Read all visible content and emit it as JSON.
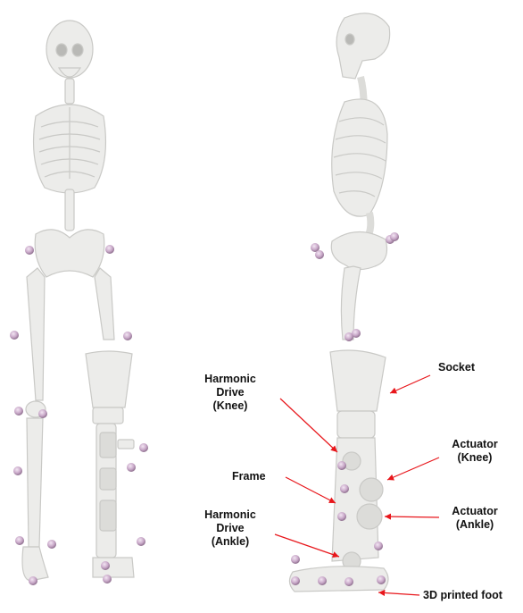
{
  "colors": {
    "bone": "#ececea",
    "bone_shade": "#c9c9c6",
    "marker": "#c9a9c9",
    "arrow": "#e8161b",
    "text": "#111111"
  },
  "labels": {
    "harmonic_knee": [
      "Harmonic",
      "Drive",
      "(Knee)"
    ],
    "socket": "Socket",
    "actuator_knee": [
      "Actuator",
      "(Knee)"
    ],
    "frame": "Frame",
    "actuator_ankle": [
      "Actuator",
      "(Ankle)"
    ],
    "harmonic_ankle": [
      "Harmonic",
      "Drive",
      "(Ankle)"
    ],
    "foot": "3D printed foot"
  }
}
